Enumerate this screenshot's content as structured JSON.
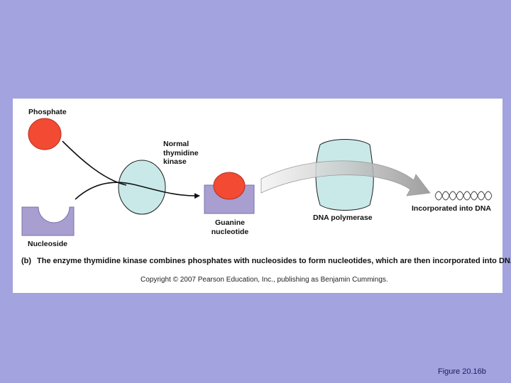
{
  "labels": {
    "phosphate": "Phosphate",
    "nucleoside": "Nucleoside",
    "kinase_line1": "Normal",
    "kinase_line2": "thymidine",
    "kinase_line3": "kinase",
    "guanine_line1": "Guanine",
    "guanine_line2": "nucleotide",
    "polymerase": "DNA polymerase",
    "incorporated": "Incorporated into DNA"
  },
  "caption": {
    "letter": "(b)",
    "text": "The enzyme thymidine kinase combines phosphates with nucleosides to form nucleotides, which are then incorporated into DNA."
  },
  "copyright": "Copyright © 2007 Pearson Education, Inc., publishing as Benjamin Cummings.",
  "figure_number": "Figure 20.16b",
  "colors": {
    "background": "#a3a3df",
    "phosphate": "#f24a33",
    "nucleoside": "#a89fd0",
    "enzyme": "#c9e9e9",
    "arrow": "#bdbdbd"
  }
}
